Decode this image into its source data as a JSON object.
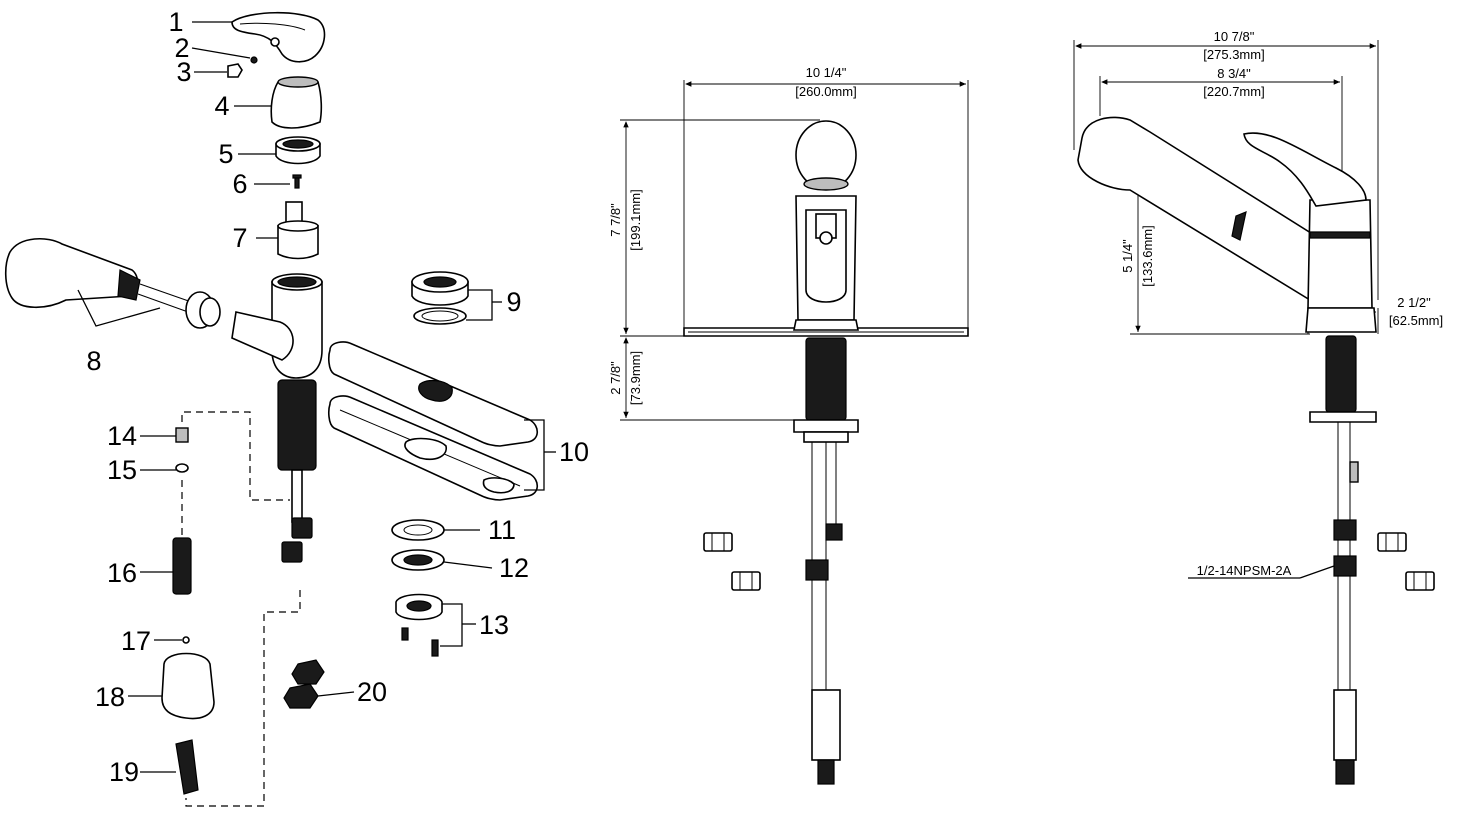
{
  "exploded_view": {
    "callouts": [
      "1",
      "2",
      "3",
      "4",
      "5",
      "6",
      "7",
      "8",
      "9",
      "10",
      "11",
      "12",
      "13",
      "14",
      "15",
      "16",
      "17",
      "18",
      "19",
      "20"
    ]
  },
  "front_view": {
    "width_in": "10 1/4\"",
    "width_mm": "[260.0mm]",
    "height_in": "7 7/8\"",
    "height_mm": "[199.1mm]",
    "shank_in": "2 7/8\"",
    "shank_mm": "[73.9mm]"
  },
  "side_view": {
    "overall_in": "10 7/8\"",
    "overall_mm": "[275.3mm]",
    "reach_in": "8 3/4\"",
    "reach_mm": "[220.7mm]",
    "spout_height_in": "5 1/4\"",
    "spout_height_mm": "[133.6mm]",
    "base_in": "2 1/2\"",
    "base_mm": "[62.5mm]",
    "thread_spec": "1/2-14NPSM-2A"
  }
}
